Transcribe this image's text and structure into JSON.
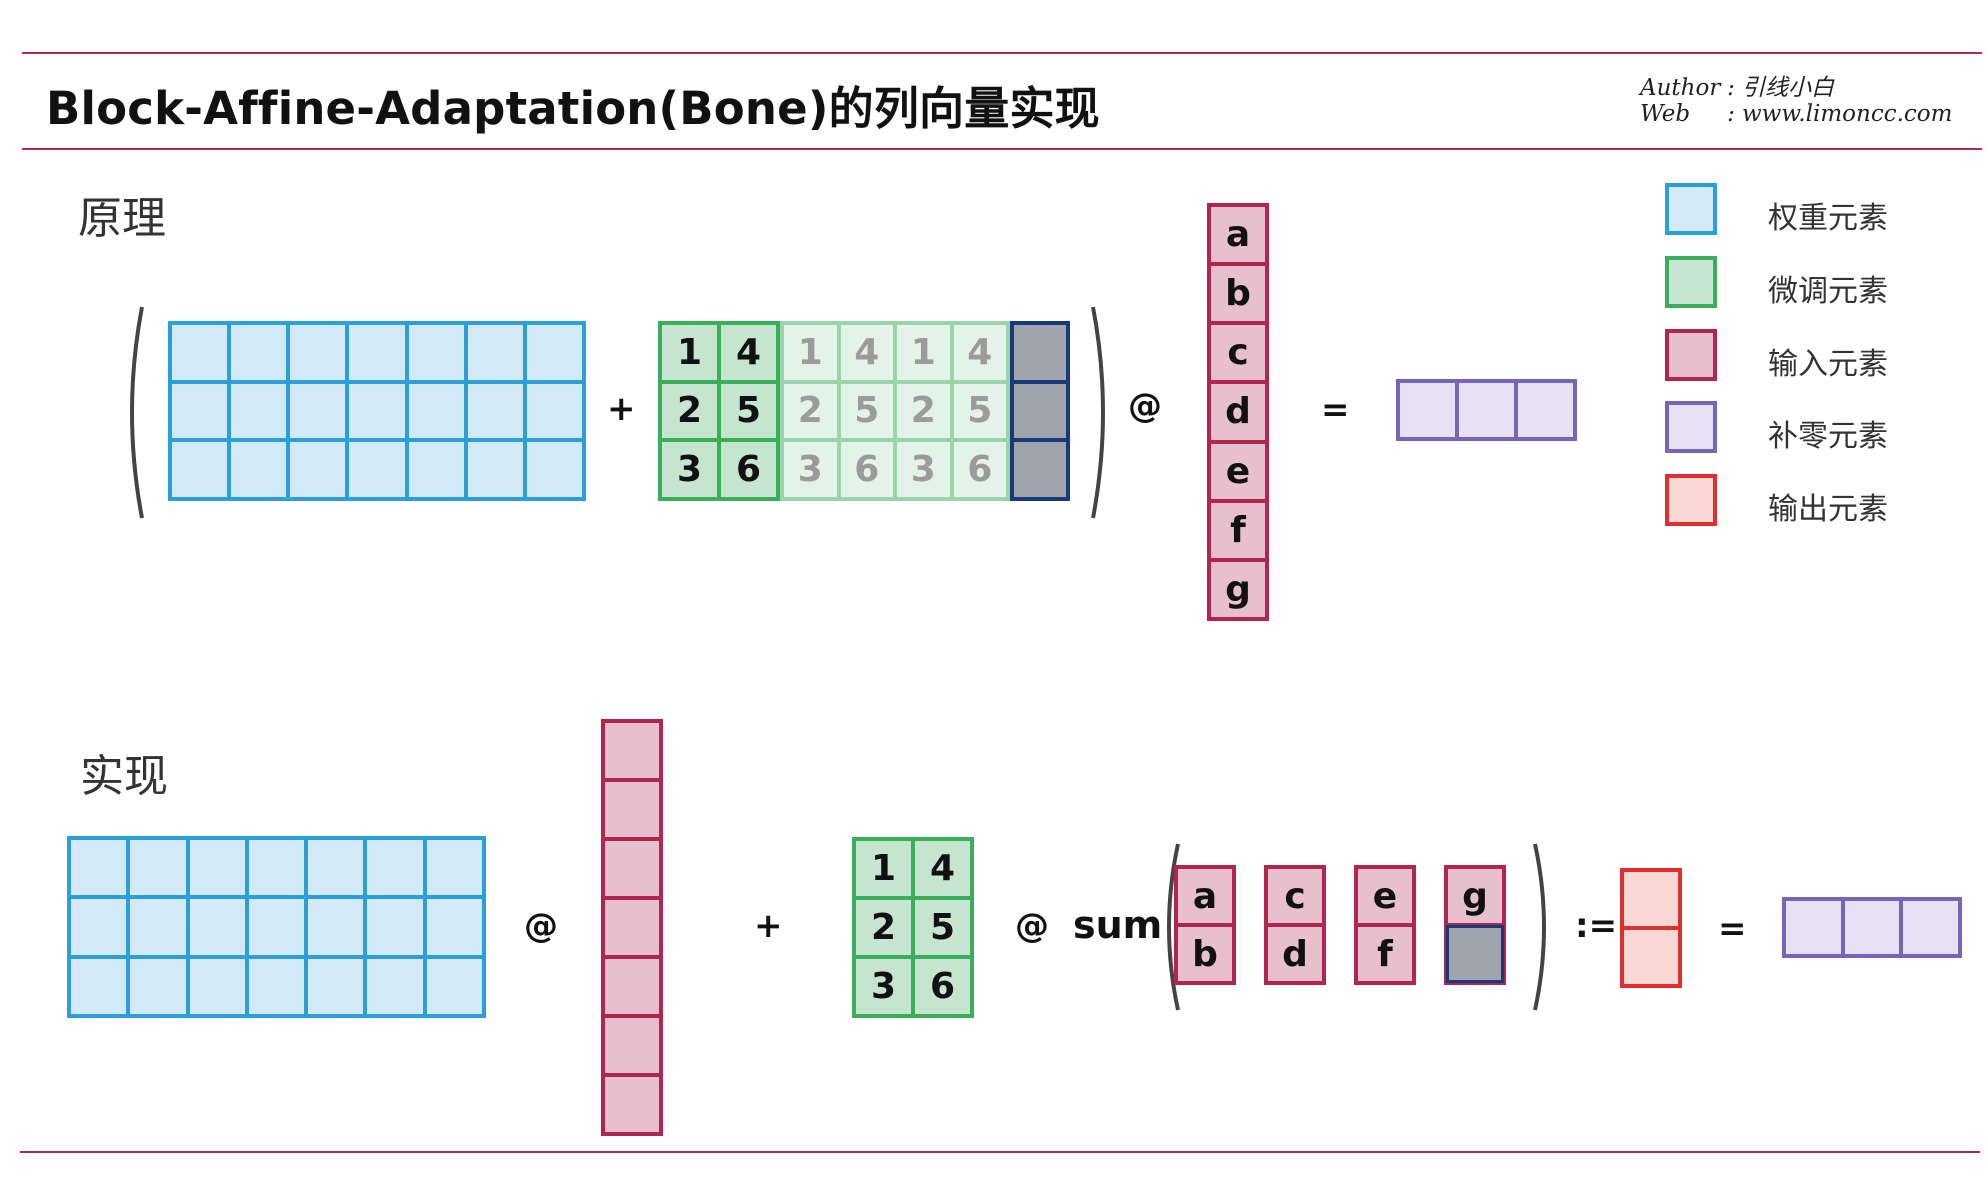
{
  "title": "Block-Affine-Adaptation(Bone)的列向量实现",
  "author": {
    "author_key": "Author",
    "author_sep": ":",
    "author_value": "引线小白",
    "web_key": "Web",
    "web_sep": ":",
    "web_value": "www.limoncc.com"
  },
  "sections": {
    "principle": "原理",
    "implementation": "实现"
  },
  "legend": [
    {
      "label": "权重元素",
      "fill": "#d3eaf6",
      "stroke": "#2a9fd9"
    },
    {
      "label": "微调元素",
      "fill": "#c6e5cf",
      "stroke": "#3aae5a"
    },
    {
      "label": "输入元素",
      "fill": "#e8bfcc",
      "stroke": "#b0264f"
    },
    {
      "label": "补零元素",
      "fill": "#e6e1f3",
      "stroke": "#7765b5"
    },
    {
      "label": "输出元素",
      "fill": "#f9d8d6",
      "stroke": "#e02f2f"
    }
  ],
  "colors": {
    "accent_rule": "#b0265a",
    "zero_pad_fill": "#a0a4ad",
    "zero_pad_stroke": "#173a7a"
  },
  "operators": {
    "plus": "+",
    "matmul": "@",
    "equals": "=",
    "sum": "sum",
    "assign": ":="
  },
  "principle": {
    "finetune_block": [
      [
        "1",
        "4"
      ],
      [
        "2",
        "5"
      ],
      [
        "3",
        "6"
      ]
    ],
    "finetune_repeat": [
      [
        "1",
        "4",
        "1",
        "4"
      ],
      [
        "2",
        "5",
        "2",
        "5"
      ],
      [
        "3",
        "6",
        "3",
        "6"
      ]
    ],
    "input_vector": [
      "a",
      "b",
      "c",
      "d",
      "e",
      "f",
      "g"
    ]
  },
  "implementation": {
    "finetune_block": [
      [
        "1",
        "4"
      ],
      [
        "2",
        "5"
      ],
      [
        "3",
        "6"
      ]
    ],
    "input_pairs": [
      [
        "a",
        "b"
      ],
      [
        "c",
        "d"
      ],
      [
        "e",
        "f"
      ],
      [
        "g",
        ""
      ]
    ]
  }
}
